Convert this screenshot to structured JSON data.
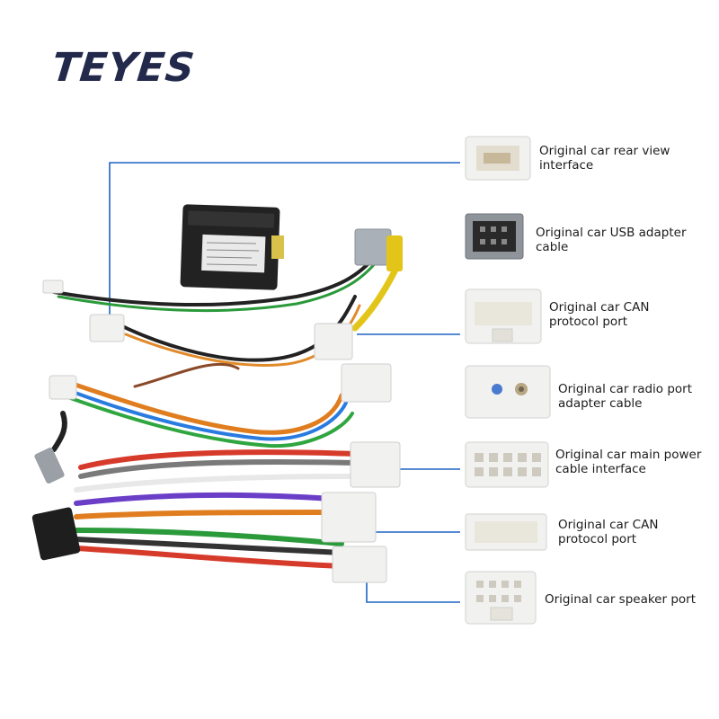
{
  "brand": {
    "logo_text": "TEYES"
  },
  "ports": [
    {
      "label": "Original car rear view\ninterface",
      "icon": "rear-view-connector"
    },
    {
      "label": "Original car USB adapter\ncable",
      "icon": "usb-adapter-connector"
    },
    {
      "label": "Original car CAN\nprotocol port",
      "icon": "can-connector"
    },
    {
      "label": "Original car radio port\nadapter cable",
      "icon": "radio-port-connector"
    },
    {
      "label": "Original car main power\n cable interface",
      "icon": "main-power-connector"
    },
    {
      "label": "Original car CAN\nprotocol port",
      "icon": "can-connector-2"
    },
    {
      "label": "Original car speaker port",
      "icon": "speaker-connector"
    }
  ],
  "colors": {
    "logo": "#22294a",
    "callout_line": "#1f63c4",
    "connector_white": "#f1f1ef",
    "canbox": "#222222"
  }
}
